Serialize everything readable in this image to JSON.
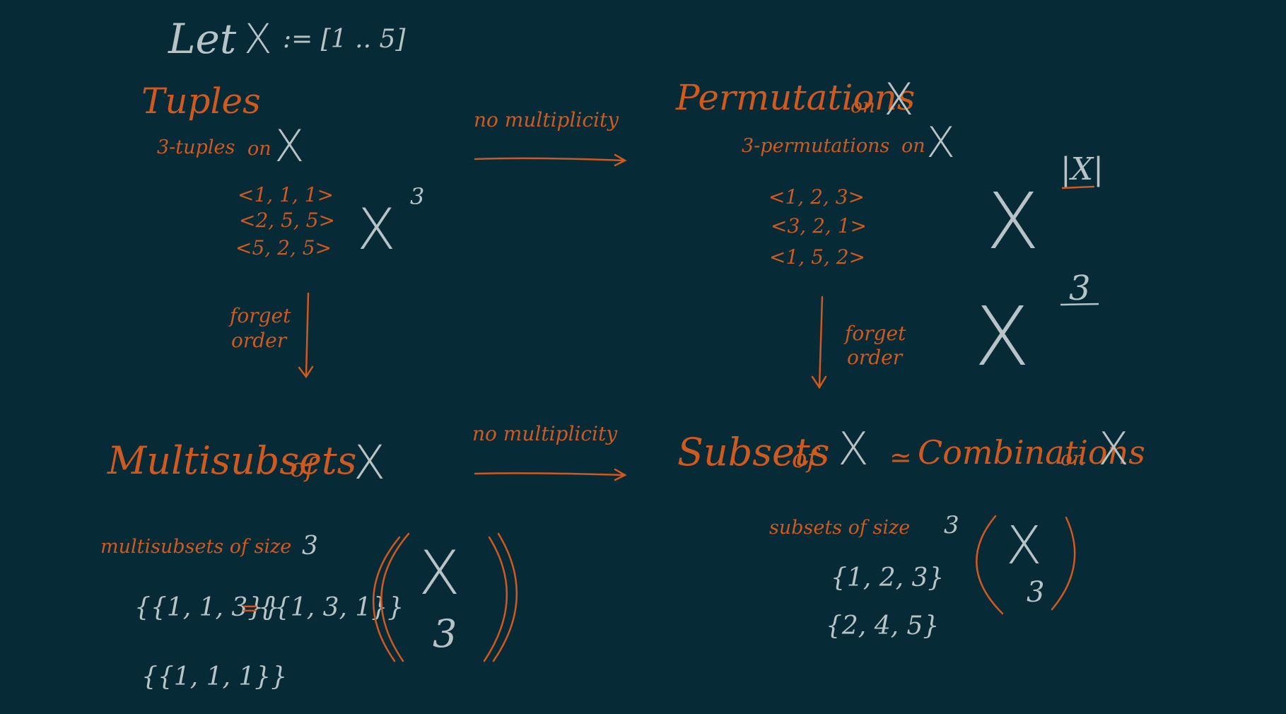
{
  "header": {
    "let": "Let",
    "x": "X",
    "def": ":= [1 .. 5]"
  },
  "colors": {
    "background": "#062a36",
    "orange": "#d0591f",
    "gray": "#b7c3c4"
  },
  "tuples": {
    "title": "Tuples",
    "sub": "3-tuples",
    "on": "on",
    "x": "X",
    "examples": [
      "<1, 1, 1>",
      "<2, 5, 5>",
      "<5, 2, 5>"
    ],
    "power_base": "X",
    "power_exp": "3"
  },
  "permutations": {
    "title": "Permutations",
    "on": "on",
    "x": "X",
    "sub": "3-permutations",
    "sub_on": "on",
    "sub_x": "X",
    "examples": [
      "<1, 2, 3>",
      "<3, 2, 1>",
      "<1, 5, 2>"
    ],
    "top_base": "X",
    "top_exp": "|X|",
    "bottom_base": "X",
    "bottom_exp": "3"
  },
  "arrows": {
    "top_label": "no multiplicity",
    "bottom_label": "no multiplicity",
    "left_label": [
      "forget",
      "order"
    ],
    "right_label": [
      "forget",
      "order"
    ]
  },
  "multisubsets": {
    "title": "Multisubsets",
    "of": "of",
    "x": "X",
    "sub": "multisubsets of size",
    "size": "3",
    "example1_left": "{{1, 1, 3}}",
    "equals": "=",
    "example1_right": "{{1, 3, 1}}",
    "example2": "{{1, 1, 1}}",
    "binom_top": "X",
    "binom_bottom": "3"
  },
  "subsets": {
    "title": "Subsets",
    "of": "of",
    "x": "X",
    "approx": "≃",
    "combinations": "Combinations",
    "on": "on",
    "x2": "X",
    "sub": "subsets of size",
    "size": "3",
    "examples": [
      "{1, 2, 3}",
      "{2, 4, 5}"
    ],
    "binom_top": "X",
    "binom_bottom": "3"
  }
}
